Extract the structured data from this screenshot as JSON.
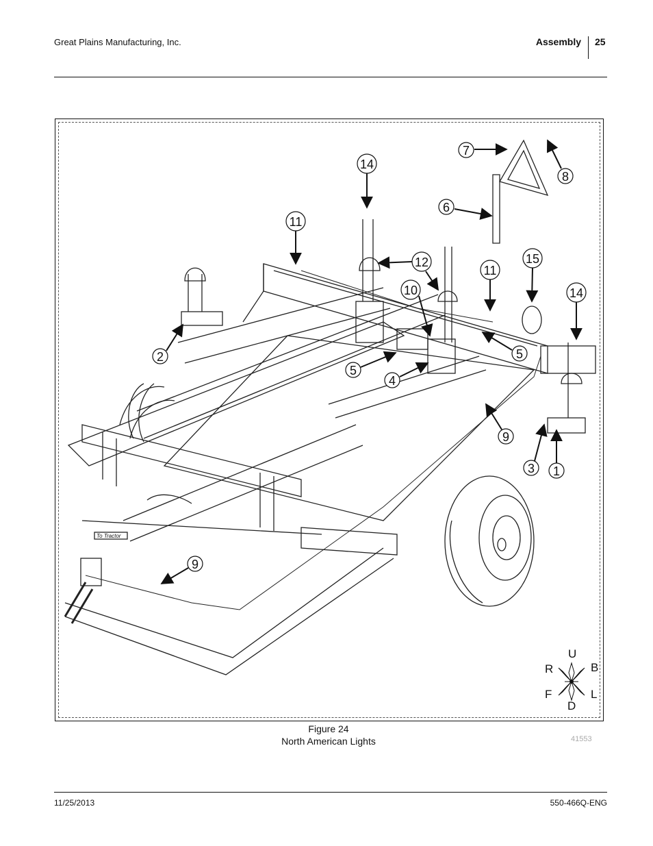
{
  "header": {
    "company": "Great Plains Manufacturing, Inc.",
    "section": "Assembly",
    "page": "25"
  },
  "figure": {
    "number": "Figure 24",
    "title": "North American Lights",
    "id": "41553",
    "hose_label": "To Tractor",
    "callouts": [
      "7",
      "8",
      "14",
      "6",
      "11",
      "12",
      "15",
      "11",
      "10",
      "14",
      "2",
      "5",
      "5",
      "4",
      "9",
      "3",
      "1",
      "9"
    ],
    "compass": {
      "up": "U",
      "right": "R",
      "back": "B",
      "front": "F",
      "left": "L",
      "down": "D"
    }
  },
  "footer": {
    "date": "11/25/2013",
    "doc_number": "550-466Q-ENG"
  }
}
